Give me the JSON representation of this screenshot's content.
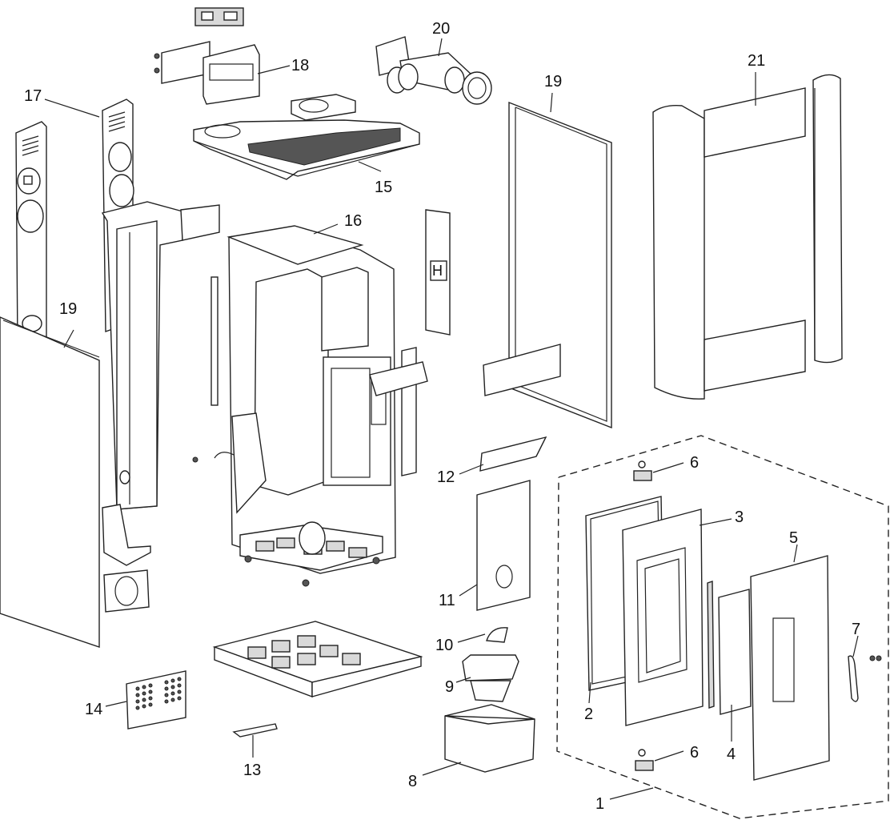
{
  "labels": {
    "p1": "1",
    "p2": "2",
    "p3": "3",
    "p4": "4",
    "p5": "5",
    "p6a": "6",
    "p6b": "6",
    "p7": "7",
    "p8": "8",
    "p9": "9",
    "p10": "10",
    "p11": "11",
    "p12": "12",
    "p13": "13",
    "p14": "14",
    "p15": "15",
    "p16": "16",
    "p17": "17",
    "p18": "18",
    "p19a": "19",
    "p19b": "19",
    "p20": "20",
    "p21": "21"
  }
}
